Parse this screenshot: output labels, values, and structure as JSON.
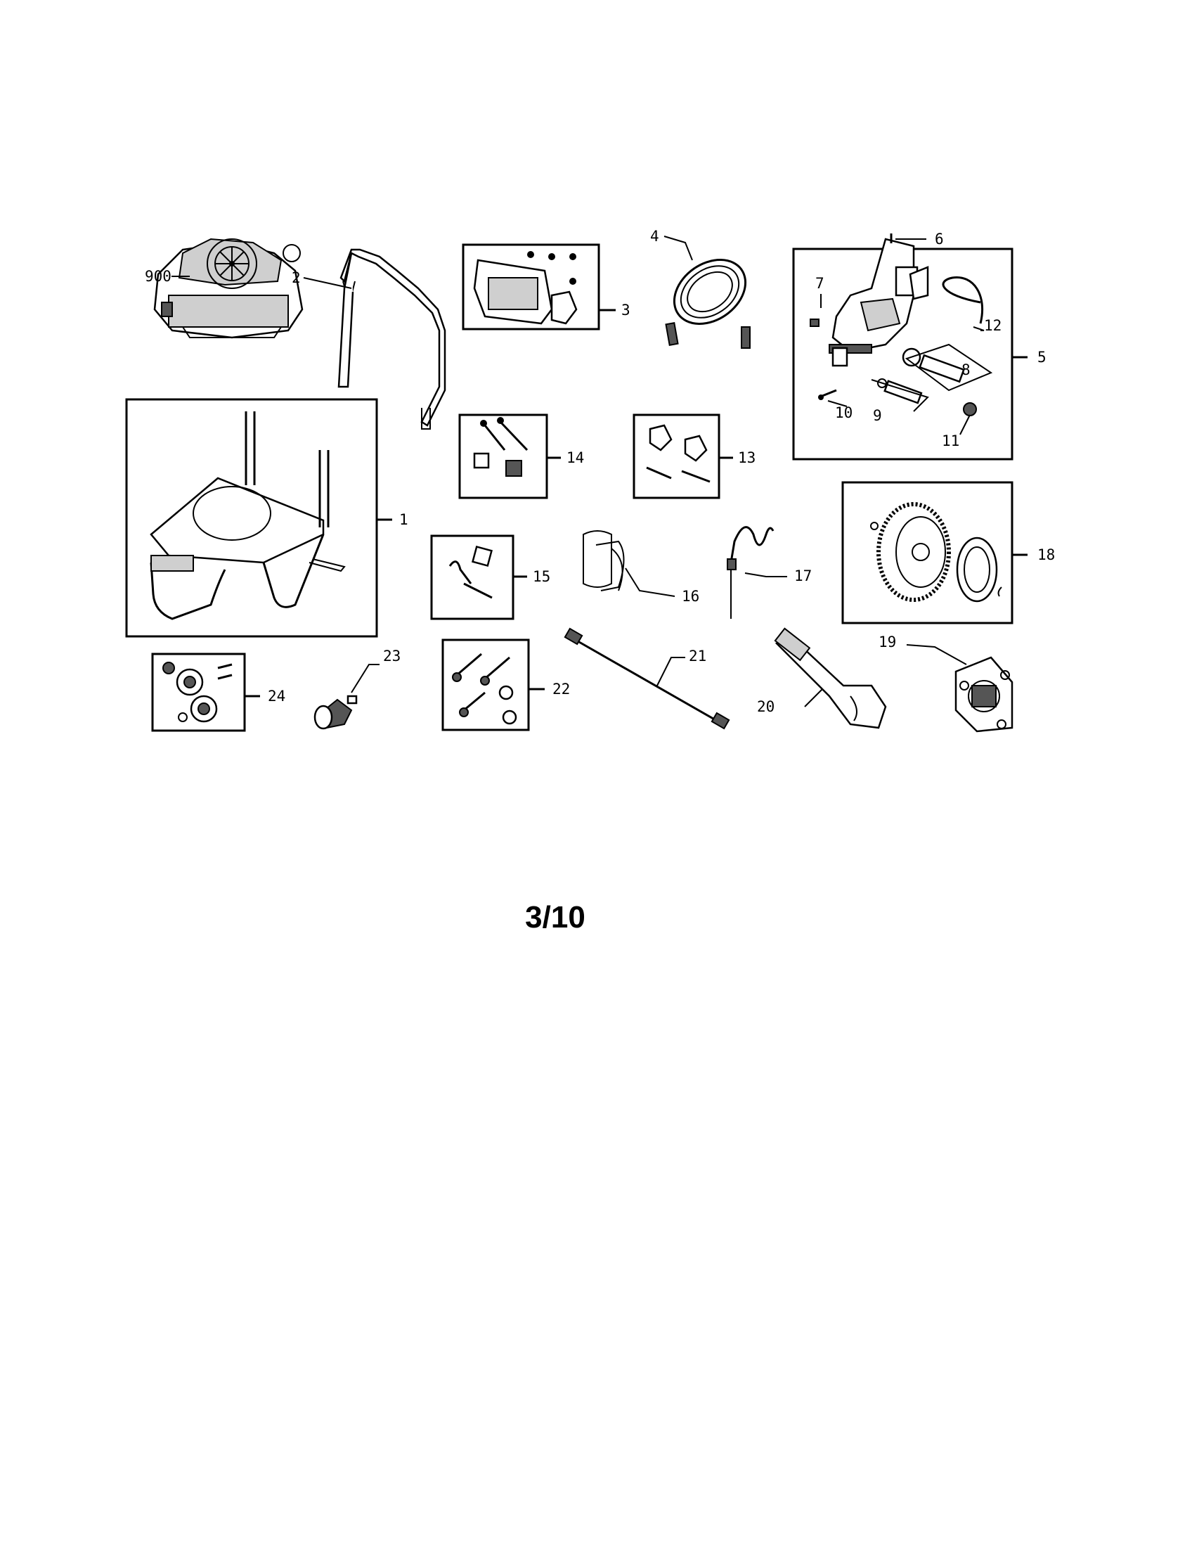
{
  "page_number": "3/10",
  "callouts": {
    "p900": "900",
    "p1": "1",
    "p2": "2",
    "p3": "3",
    "p4": "4",
    "p5": "5",
    "p6": "6",
    "p7": "7",
    "p8": "8",
    "p9": "9",
    "p10": "10",
    "p11": "11",
    "p12": "12",
    "p13": "13",
    "p14": "14",
    "p15": "15",
    "p16": "16",
    "p17": "17",
    "p18": "18",
    "p19": "19",
    "p20": "20",
    "p21": "21",
    "p22": "22",
    "p23": "23",
    "p24": "24"
  }
}
